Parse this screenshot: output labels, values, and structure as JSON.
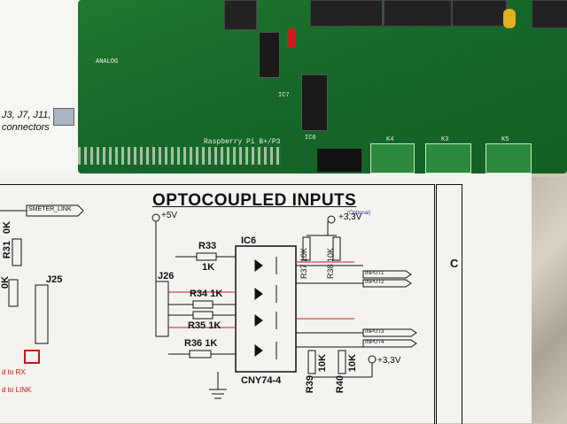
{
  "schematic": {
    "title": "OPTOCOUPLED INPUTS",
    "optional_note": "(Optional)",
    "ic_label": "IC6",
    "ic_part": "CNY74-4",
    "connector": "J26",
    "supply_5v": "+5V",
    "supply_33v_top": "+3,3V",
    "supply_33v_bottom": "+3,3V",
    "r33": "R33",
    "r33_val": "1K",
    "r34": "R34 1K",
    "r35": "R35 1K",
    "r36": "R36 1K",
    "r37": "R37 10K",
    "r38": "R38 10K",
    "r39": "R39",
    "r39_val": "10K",
    "r40": "R40",
    "r40_val": "10K",
    "inputs": [
      "INPUT1",
      "INPUT2",
      "INPUT3",
      "INPUT4"
    ],
    "side_col": "C"
  },
  "left_sheet": {
    "smeter": "SMETER_LINK",
    "r31": "R31",
    "r31_val": "0K",
    "r32_val": "0K",
    "j25": "J25",
    "connectors_text": "J3, J7, J11,",
    "connectors_text2": "connectors",
    "rx_note": "d to RX",
    "link_note": "d to LINK"
  },
  "pcb": {
    "silk_rpi": "Raspberry Pi B+/P3",
    "silk_analog": "ANALOG",
    "silk_ic6": "IC6",
    "silk_ic7": "IC7",
    "silk_k4": "K4",
    "silk_k3": "K3",
    "silk_k5": "K5"
  }
}
